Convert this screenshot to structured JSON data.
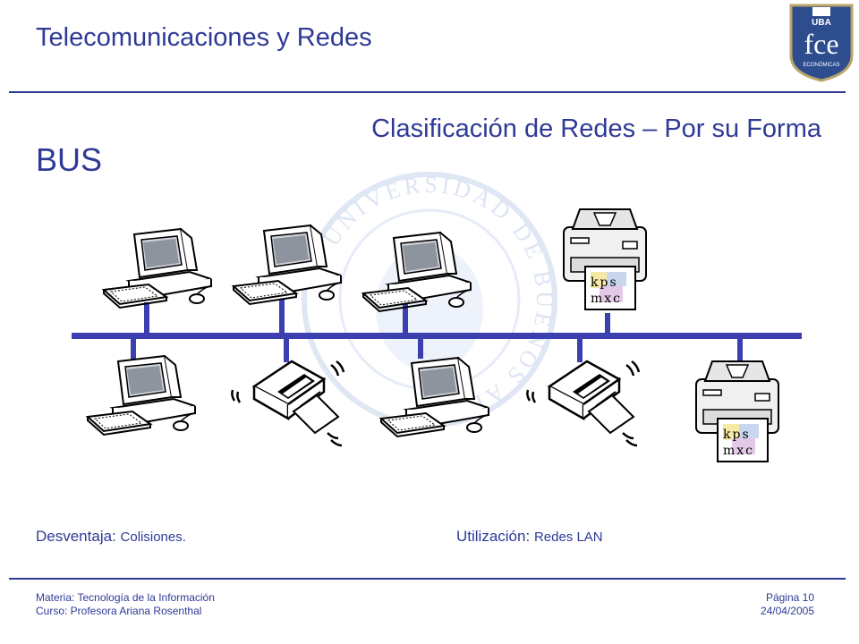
{
  "header": {
    "title": "Telecomunicaciones y Redes"
  },
  "logo": {
    "top_text": "UBA",
    "main_text": "fce",
    "bottom_text": "ECONÓMICAS"
  },
  "watermark": {
    "text": "UNIVERSIDAD DE BUENOS AIRES"
  },
  "slide": {
    "subtitle": "Clasificación de Redes – Por su Forma",
    "topology": "BUS"
  },
  "printer_paper_glyphs": "k p s m x c",
  "notes": {
    "disadvantage_label": "Desventaja:",
    "disadvantage_value": "Colisiones.",
    "usage_label": "Utilización:",
    "usage_value": "Redes LAN"
  },
  "footer": {
    "subject": "Materia: Tecnología de la Información",
    "course": "Curso: Profesora Ariana Rosenthal",
    "page": "Página 10",
    "date": "24/04/2005"
  },
  "colors": {
    "accent": "#2e3a96",
    "bus": "#3b3fb0",
    "ink": "#000000"
  }
}
